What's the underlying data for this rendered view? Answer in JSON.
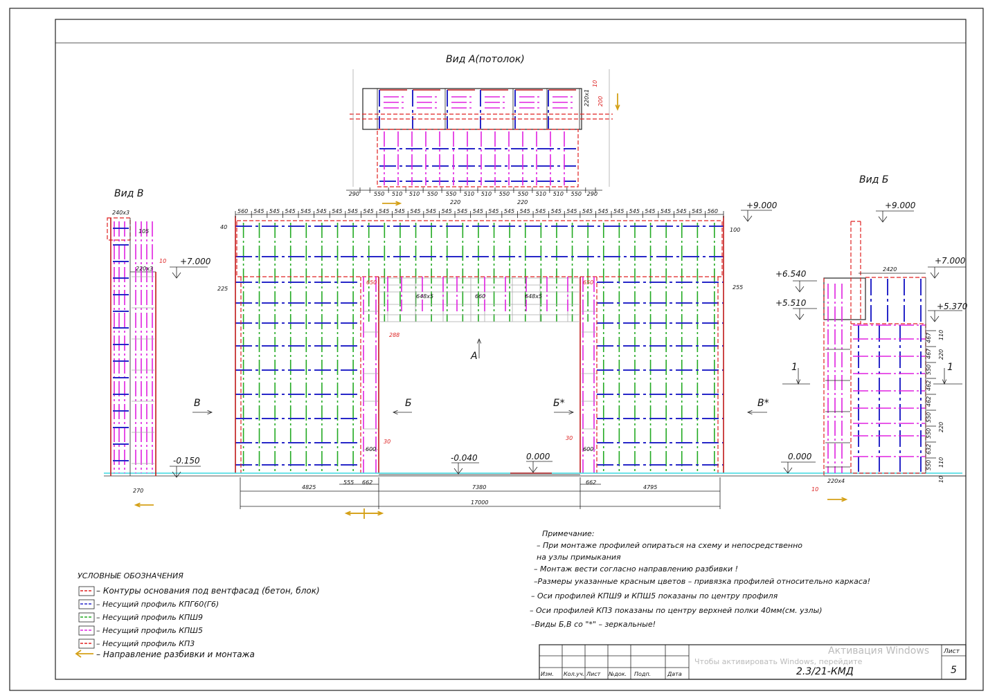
{
  "views": {
    "view_a_title": "Вид А(потолок)",
    "view_v_title": "Вид В",
    "view_b_title": "Вид Б"
  },
  "main_elevation": {
    "top_dims": [
      "560",
      "545",
      "545",
      "545",
      "545",
      "545",
      "545",
      "545",
      "545",
      "545",
      "545",
      "545",
      "545",
      "545",
      "545",
      "545",
      "545",
      "545",
      "545",
      "545",
      "545",
      "545",
      "545",
      "545",
      "545",
      "545",
      "545",
      "545",
      "545",
      "545",
      "560"
    ],
    "level_top": "+9.000",
    "dim_40": "40",
    "dim_100": "100",
    "dim_225": "225",
    "dim_255": "255",
    "dim_650_left": "650",
    "dim_650_right": "650",
    "dim_648x5_left": "648x5",
    "dim_660": "660",
    "dim_648x5_right": "648x5",
    "dim_288": "288",
    "dim_30_left": "30",
    "dim_30_right": "30",
    "dim_600_left": "600",
    "dim_600_right": "600",
    "level_m0040": "-0.040",
    "level_0000": "0.000",
    "dim_555": "555",
    "dim_662_left": "662",
    "dim_662_right": "662",
    "dim_4825": "4825",
    "dim_7380": "7380",
    "dim_4795": "4795",
    "dim_17000": "17000",
    "marker_a": "А",
    "marker_b": "Б",
    "marker_b_star": "Б*",
    "marker_v": "В",
    "marker_v_star": "В*"
  },
  "top_view": {
    "dims": [
      "290",
      "550",
      "510",
      "510",
      "550",
      "550",
      "510",
      "510",
      "550",
      "550",
      "510",
      "510",
      "550",
      "290"
    ],
    "dim_220_a": "220",
    "dim_220_b": "220",
    "dim_10": "10",
    "dim_200": "200",
    "dim_220x": "220x1"
  },
  "view_v": {
    "dim_240x3": "240x3",
    "dim_105": "105",
    "dim_220x3": "220x3",
    "dim_10": "10",
    "level_7000": "+7.000",
    "level_m0150": "-0.150",
    "dim_270": "270"
  },
  "view_b": {
    "level_9000": "+9.000",
    "level_7000": "+7.000",
    "level_6540": "+6.540",
    "level_5510": "+5.510",
    "level_5370": "+5.370",
    "level_0000": "0.000",
    "dim_2420": "2420",
    "section_left": "1",
    "section_right": "1",
    "side_dims": [
      "467",
      "467",
      "550",
      "462",
      "462",
      "550",
      "550",
      "632",
      "550"
    ],
    "group_dims": [
      "110",
      "220",
      "220",
      "110"
    ],
    "dim_10": "10",
    "dim_10_red": "10",
    "dim_220x4": "220x4"
  },
  "legend": {
    "title": "УСЛОВНЫЕ ОБОЗНАЧЕНИЯ",
    "items": [
      {
        "label": "– Контуры основания под вентфасад (бетон, блок)",
        "color": "#e02020"
      },
      {
        "label": "– Несущий профиль КПГ60(Г6)",
        "color": "#2626c8"
      },
      {
        "label": "– Несущий профиль КПШ9",
        "color": "#2a2"
      },
      {
        "label": "– Несущий профиль КПШ5",
        "color": "#e020e0"
      },
      {
        "label": "– Несущий профиль КП3",
        "color": "#e02020"
      },
      {
        "label": "– Направление разбивки и монтажа",
        "color": "#d4a017"
      }
    ]
  },
  "notes": {
    "title": "Примечание:",
    "lines": [
      "– При монтаже  профилей опираться на схему и непосредственно",
      "на узлы примыкания",
      "– Монтаж вести согласно направлению разбивки !",
      "–Размеры указанные красным цветов – привязка профилей относительно каркаса!",
      "– Оси профилей КПШ9 и КПШ5 показаны по центру профиля",
      "– Оси профилей КП3 показаны по центру верхней полки 40мм(см. узлы)",
      "–Виды Б,В со \"*\" – зеркальные!"
    ]
  },
  "title_block": {
    "columns": [
      "Изм.",
      "Кол.уч.",
      "Лист",
      "№док.",
      "Подп.",
      "Дата"
    ],
    "doc_code": "2.3/21-КМД",
    "sheet_label": "Лист",
    "sheet_number": "5"
  },
  "watermark": {
    "line1": "Активация Windows",
    "line2": "Чтобы активировать Windows, перейдите"
  }
}
